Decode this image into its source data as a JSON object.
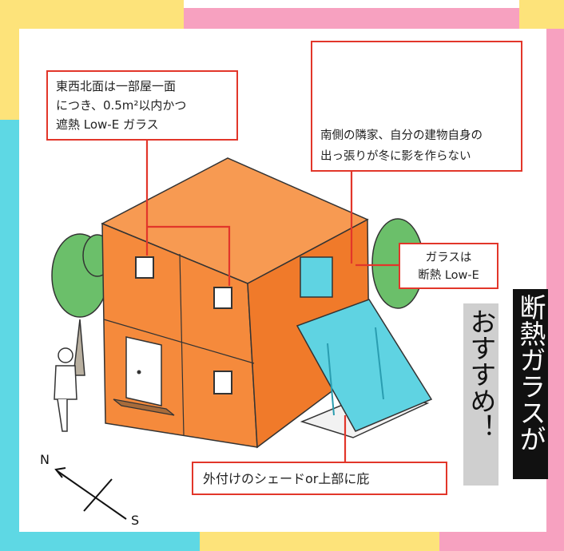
{
  "colors": {
    "frame_yellow": "#fde37a",
    "frame_pink": "#f7a1c0",
    "frame_cyan": "#5ed8e4",
    "house_orange": "#f58a3c",
    "callout_red": "#e2362a",
    "glass_cyan": "#5fd3e2",
    "tree_green": "#6bbf6a",
    "sun_red": "#f0433a"
  },
  "callouts": {
    "east_west_north": {
      "line1": "東西北面は一部屋一面",
      "line2": "につき、0.5m²以内かつ",
      "line3": "遮熱 Low-E ガラス"
    },
    "south_neighbor": {
      "line1": "南側の隣家、自分の建物自身の",
      "line2": "出っ張りが冬に影を作らない"
    },
    "glass": {
      "line1": "ガラスは",
      "line2": "断熱 Low-E"
    },
    "shade": {
      "line1": "外付けのシェードor上部に庇"
    }
  },
  "badge": {
    "line1": "断熱ガラスが",
    "line2": "おすすめ！"
  },
  "compass": {
    "north": "N",
    "south": "S"
  }
}
